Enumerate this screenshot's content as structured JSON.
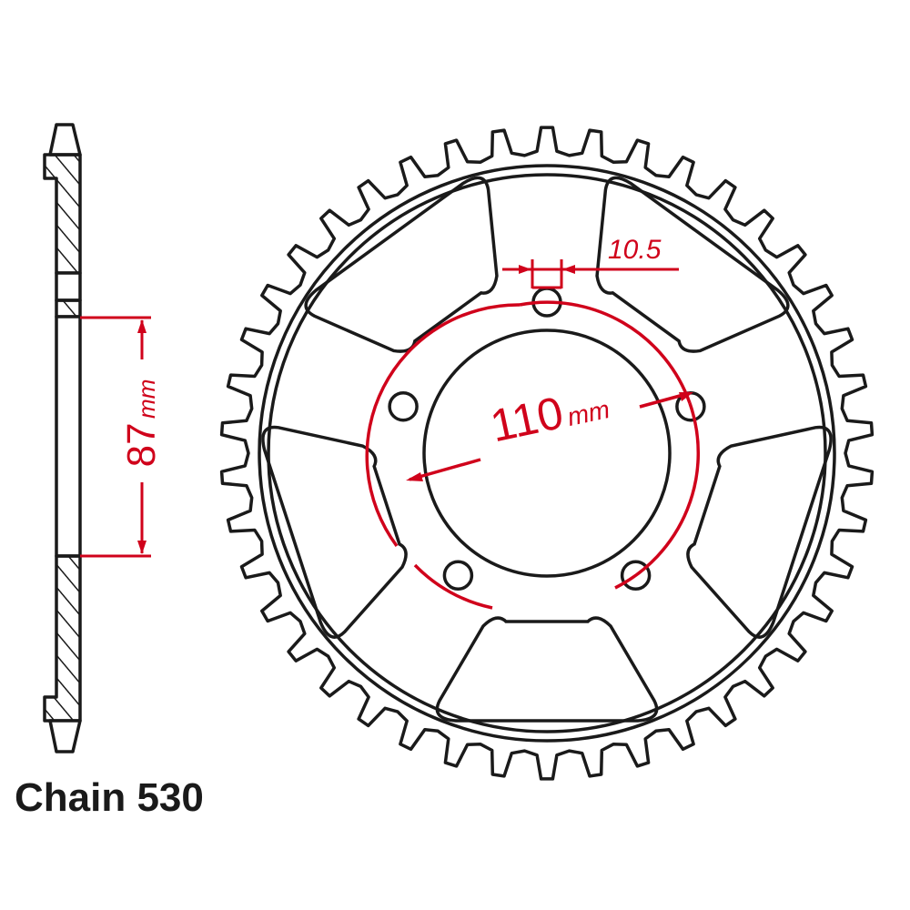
{
  "caption": "Chain 530",
  "dimensions": {
    "bolt_circle": {
      "value": "110",
      "unit": "mm"
    },
    "bolt_hole": {
      "value": "10.5"
    },
    "center_bore": {
      "value": "87",
      "unit": "mm"
    }
  },
  "sprocket": {
    "teeth": 42,
    "bolt_holes": 5,
    "cutouts": 5
  },
  "colors": {
    "outline": "#1a1a1a",
    "dimension": "#d0021b",
    "background": "#ffffff"
  }
}
